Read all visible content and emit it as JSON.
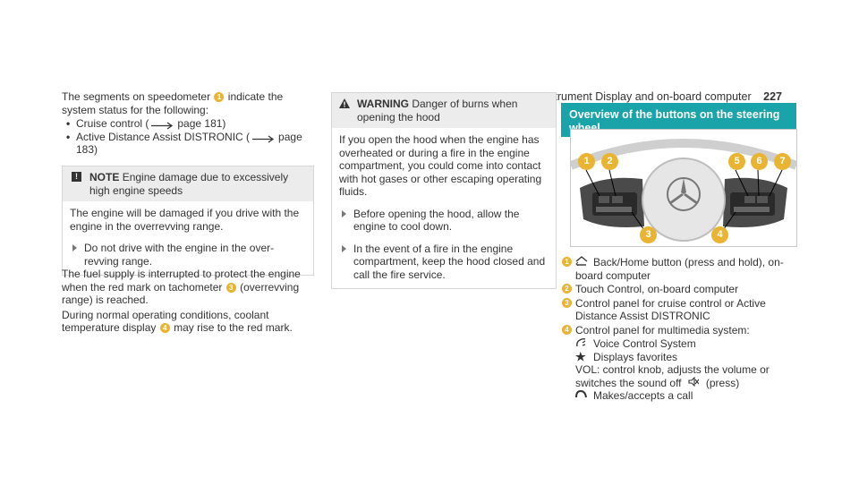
{
  "header": {
    "title": "Instrument Display and on-board computer",
    "page": "227"
  },
  "col1": {
    "intro_a": "The segments on speedometer",
    "intro_num": "1",
    "intro_b": "indicate the system status for the following:",
    "bullets": [
      {
        "a": "Cruise control (",
        "ref": "page 181)"
      },
      {
        "a": "Active Distance Assist DISTRONIC (",
        "ref": "page 183)"
      }
    ],
    "note": {
      "label": "NOTE",
      "title": "Engine damage due to excessively high engine speeds",
      "body": "The engine will be damaged if you drive with the engine in the overrevving range.",
      "step": "Do not drive with the engine in the over-revving range."
    },
    "p2_a": "The fuel supply is interrupted to protect the engine when the red mark on tachometer",
    "p2_num": "3",
    "p2_b": "(overrevving range) is reached.",
    "p3_a": "During normal operating conditions, coolant temperature display",
    "p3_num": "4",
    "p3_b": "may rise to the red mark."
  },
  "col2": {
    "warning": {
      "label": "WARNING",
      "title": "Danger of burns when opening the hood",
      "body": "If you open the hood when the engine has overheated or during a fire in the engine compartment, you could come into contact with hot gases or other escaping operating fluids.",
      "step1": "Before opening the hood, allow the engine to cool down.",
      "step2": "In the event of a fire in the engine compartment, keep the hood closed and call the fire service."
    }
  },
  "col3": {
    "bar_title": "Overview of the buttons on the steering wheel",
    "figure_callouts": [
      "1",
      "2",
      "3",
      "4",
      "5",
      "6",
      "7"
    ],
    "legend": [
      {
        "num": "1",
        "icon": "back-home",
        "text": "Back/Home button (press and hold), on-board computer"
      },
      {
        "num": "2",
        "text": "Touch Control, on-board computer"
      },
      {
        "num": "3",
        "text": "Control panel for cruise control or Active Distance Assist DISTRONIC"
      },
      {
        "num": "4",
        "text": "Control panel for multimedia system:"
      }
    ],
    "sub": [
      {
        "icon": "voice-icon",
        "text": "Voice Control System"
      },
      {
        "icon": "star-icon",
        "text": "Displays favorites"
      },
      {
        "text": "VOL: control knob, adjusts the volume or switches the sound off",
        "icon": "mute-icon",
        "tail": "(press)"
      },
      {
        "icon": "phone-icon",
        "text": "Makes/accepts a call"
      }
    ]
  },
  "colors": {
    "accent": "#1aa3a8",
    "callout": "#e8b431"
  }
}
